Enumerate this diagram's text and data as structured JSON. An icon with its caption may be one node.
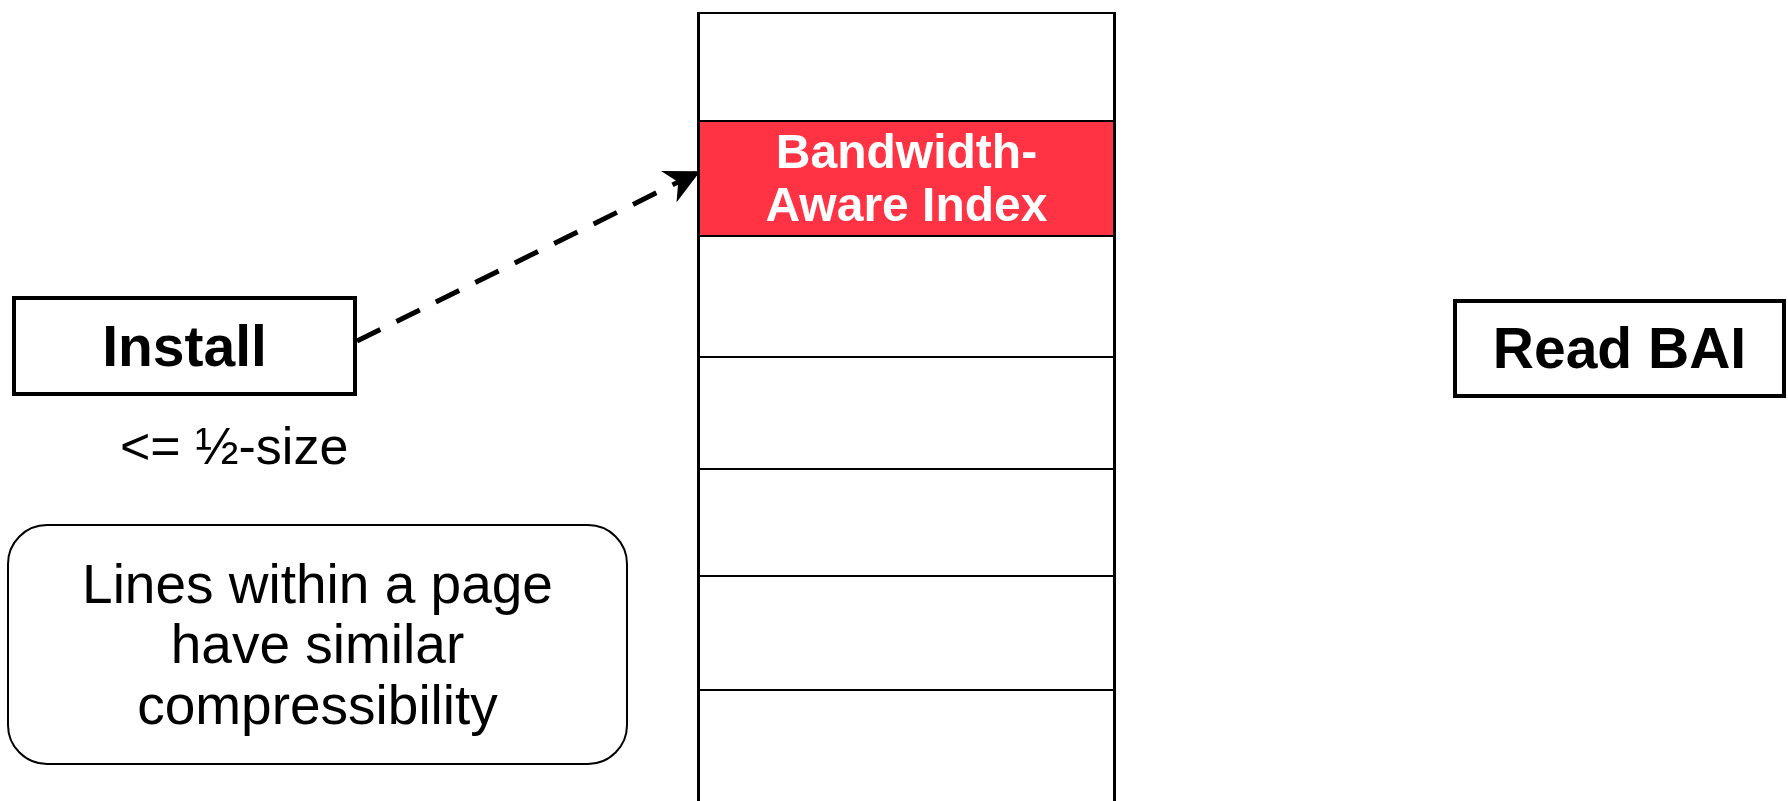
{
  "diagram": {
    "nodes": [
      {
        "text": [
          "Install"
        ],
        "beside": [
          "<= ½-size"
        ]
      },
      {
        "text": [],
        "shape": "box"
      },
      {
        "text": [],
        "shape": "box",
        "in": 1
      },
      {
        "text": [
          "Bandwidth-Aware Index"
        ],
        "in": 1
      },
      {
        "text": [],
        "shape": "box",
        "in": 1
      },
      {
        "text": [],
        "shape": "box",
        "in": 1
      },
      {
        "text": [],
        "shape": "box",
        "in": 1
      },
      {
        "text": [],
        "shape": "box",
        "in": 1
      },
      {
        "text": [],
        "shape": "box",
        "in": 1
      },
      {
        "text": [
          "Read BAI"
        ]
      },
      {
        "text": [
          "Lines within a page have similar compressibility"
        ]
      }
    ],
    "edges": [
      {
        "from": 0,
        "to": 3,
        "arrow": "to",
        "style": "dashed"
      }
    ]
  }
}
